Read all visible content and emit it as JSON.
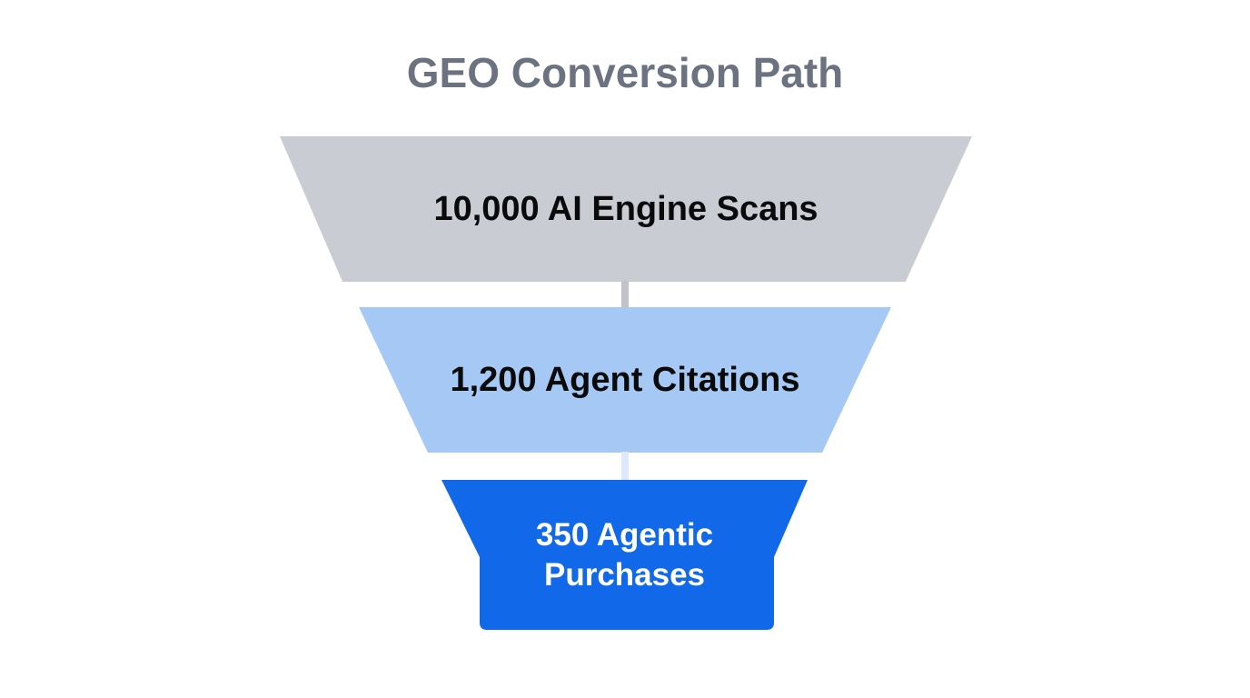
{
  "title": "GEO Conversion Path",
  "colors": {
    "background": "#ffffff",
    "title_text": "#6b7280",
    "stage1_fill": "#c9cdd3",
    "stage2_fill": "#a5c8f4",
    "stage3_fill": "#1168e8",
    "dark_label_text": "#0a0a0b",
    "light_label_text": "#ffffff",
    "arrow1": "#a9aeb6",
    "arrow2": "#b7d1f8"
  },
  "chart_data": {
    "type": "funnel",
    "title": "GEO Conversion Path",
    "orientation": "top-to-bottom",
    "legend": "none",
    "gridlines": false,
    "stages": [
      {
        "label": "10,000 AI Engine Scans",
        "value": 10000,
        "fill_color": "#c9cdd3",
        "text_color": "#0a0a0b"
      },
      {
        "label": "1,200 Agent Citations",
        "value": 1200,
        "fill_color": "#a5c8f4",
        "text_color": "#0a0a0b"
      },
      {
        "label": "350 Agentic Purchases",
        "value": 350,
        "fill_color": "#1168e8",
        "text_color": "#ffffff"
      }
    ]
  }
}
